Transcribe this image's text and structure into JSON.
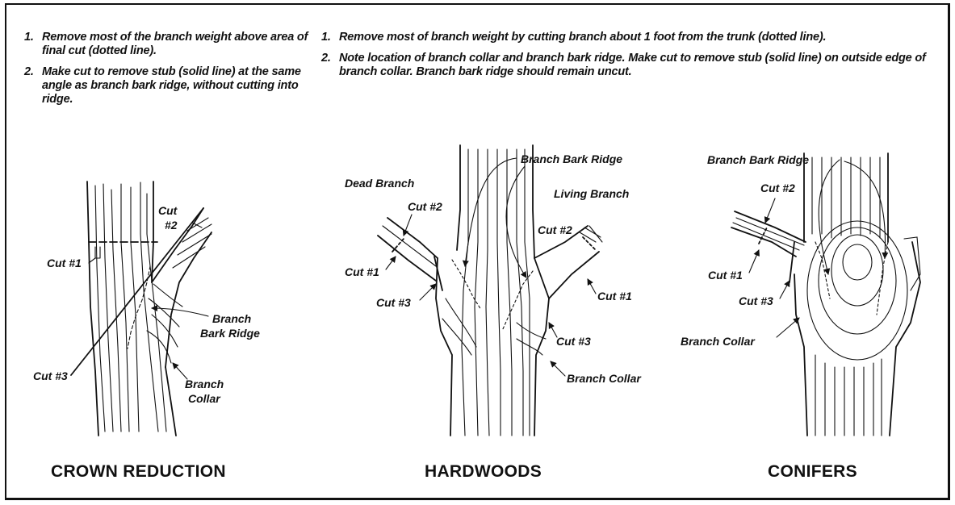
{
  "instructions_left": [
    {
      "num": "1.",
      "text": "Remove most of the branch weight above area of final cut (dotted line)."
    },
    {
      "num": "2.",
      "text": "Make cut to remove stub (solid line) at the same angle as branch bark ridge, without cutting into ridge."
    }
  ],
  "instructions_right": [
    {
      "num": "1.",
      "text": "Remove most of branch weight by cutting branch about 1 foot from the trunk (dotted line)."
    },
    {
      "num": "2.",
      "text": "Note location of branch collar and branch bark ridge.  Make cut to remove stub (solid line) on outside edge of branch collar.  Branch bark ridge should remain uncut."
    }
  ],
  "crown_reduction": {
    "title": "CROWN REDUCTION",
    "cut2": "Cut",
    "cut2_num": "#2",
    "cut1": "Cut #1",
    "cut3": "Cut #3",
    "ridge_line1": "Branch",
    "ridge_line2": "Bark Ridge",
    "collar_line1": "Branch",
    "collar_line2": "Collar"
  },
  "hardwoods": {
    "title": "HARDWOODS",
    "ridge": "Branch Bark Ridge",
    "dead": "Dead Branch",
    "living": "Living Branch",
    "left_cut2": "Cut #2",
    "left_cut1": "Cut #1",
    "left_cut3": "Cut #3",
    "right_cut2": "Cut #2",
    "right_cut1": "Cut #1",
    "right_cut3": "Cut #3",
    "collar": "Branch Collar"
  },
  "conifers": {
    "title": "CONIFERS",
    "ridge": "Branch Bark Ridge",
    "cut2": "Cut #2",
    "cut1": "Cut #1",
    "cut3": "Cut #3",
    "collar": "Branch Collar"
  }
}
